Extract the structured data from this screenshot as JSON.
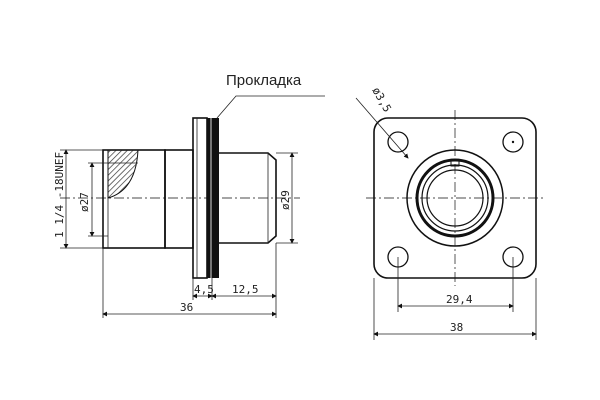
{
  "labels": {
    "gasket": "Прокладка",
    "thread": "1 1/4 -18UNEF",
    "dia_thread": "ø27",
    "dia_body": "ø29",
    "dia_hole": "ø3,5",
    "len_flange": "4,5",
    "len_body": "12,5",
    "len_total": "36",
    "hole_spacing": "29,4",
    "flange_width": "38"
  },
  "colors": {
    "line": "#111111",
    "hatch": "#444444",
    "background": "#ffffff"
  }
}
